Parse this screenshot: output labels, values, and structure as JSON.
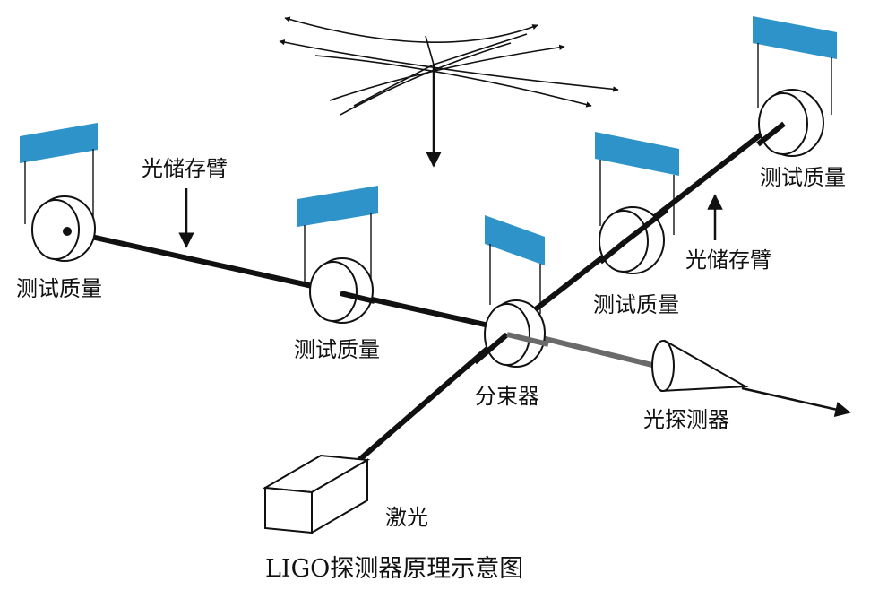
{
  "colors": {
    "mirror_mount": "#2e93c8",
    "beam": "#111111",
    "output_beam": "#6a6a6a",
    "outline": "#111111"
  },
  "labels": {
    "storage_arm_left": "光储存臂",
    "storage_arm_right": "光储存臂",
    "test_mass_far_left": "测试质量",
    "test_mass_near_left": "测试质量",
    "test_mass_near_right": "测试质量",
    "test_mass_far_right": "测试质量",
    "beam_splitter": "分束器",
    "photodetector": "光探测器",
    "laser": "激光"
  },
  "caption": "LIGO探测器原理示意图",
  "icons": {
    "gravitational_wave": "gravitational-wave-icon",
    "test_mass": "test-mass-icon",
    "beam_splitter": "beam-splitter-icon",
    "laser": "laser-box-icon",
    "photodetector": "photodetector-cone-icon"
  }
}
